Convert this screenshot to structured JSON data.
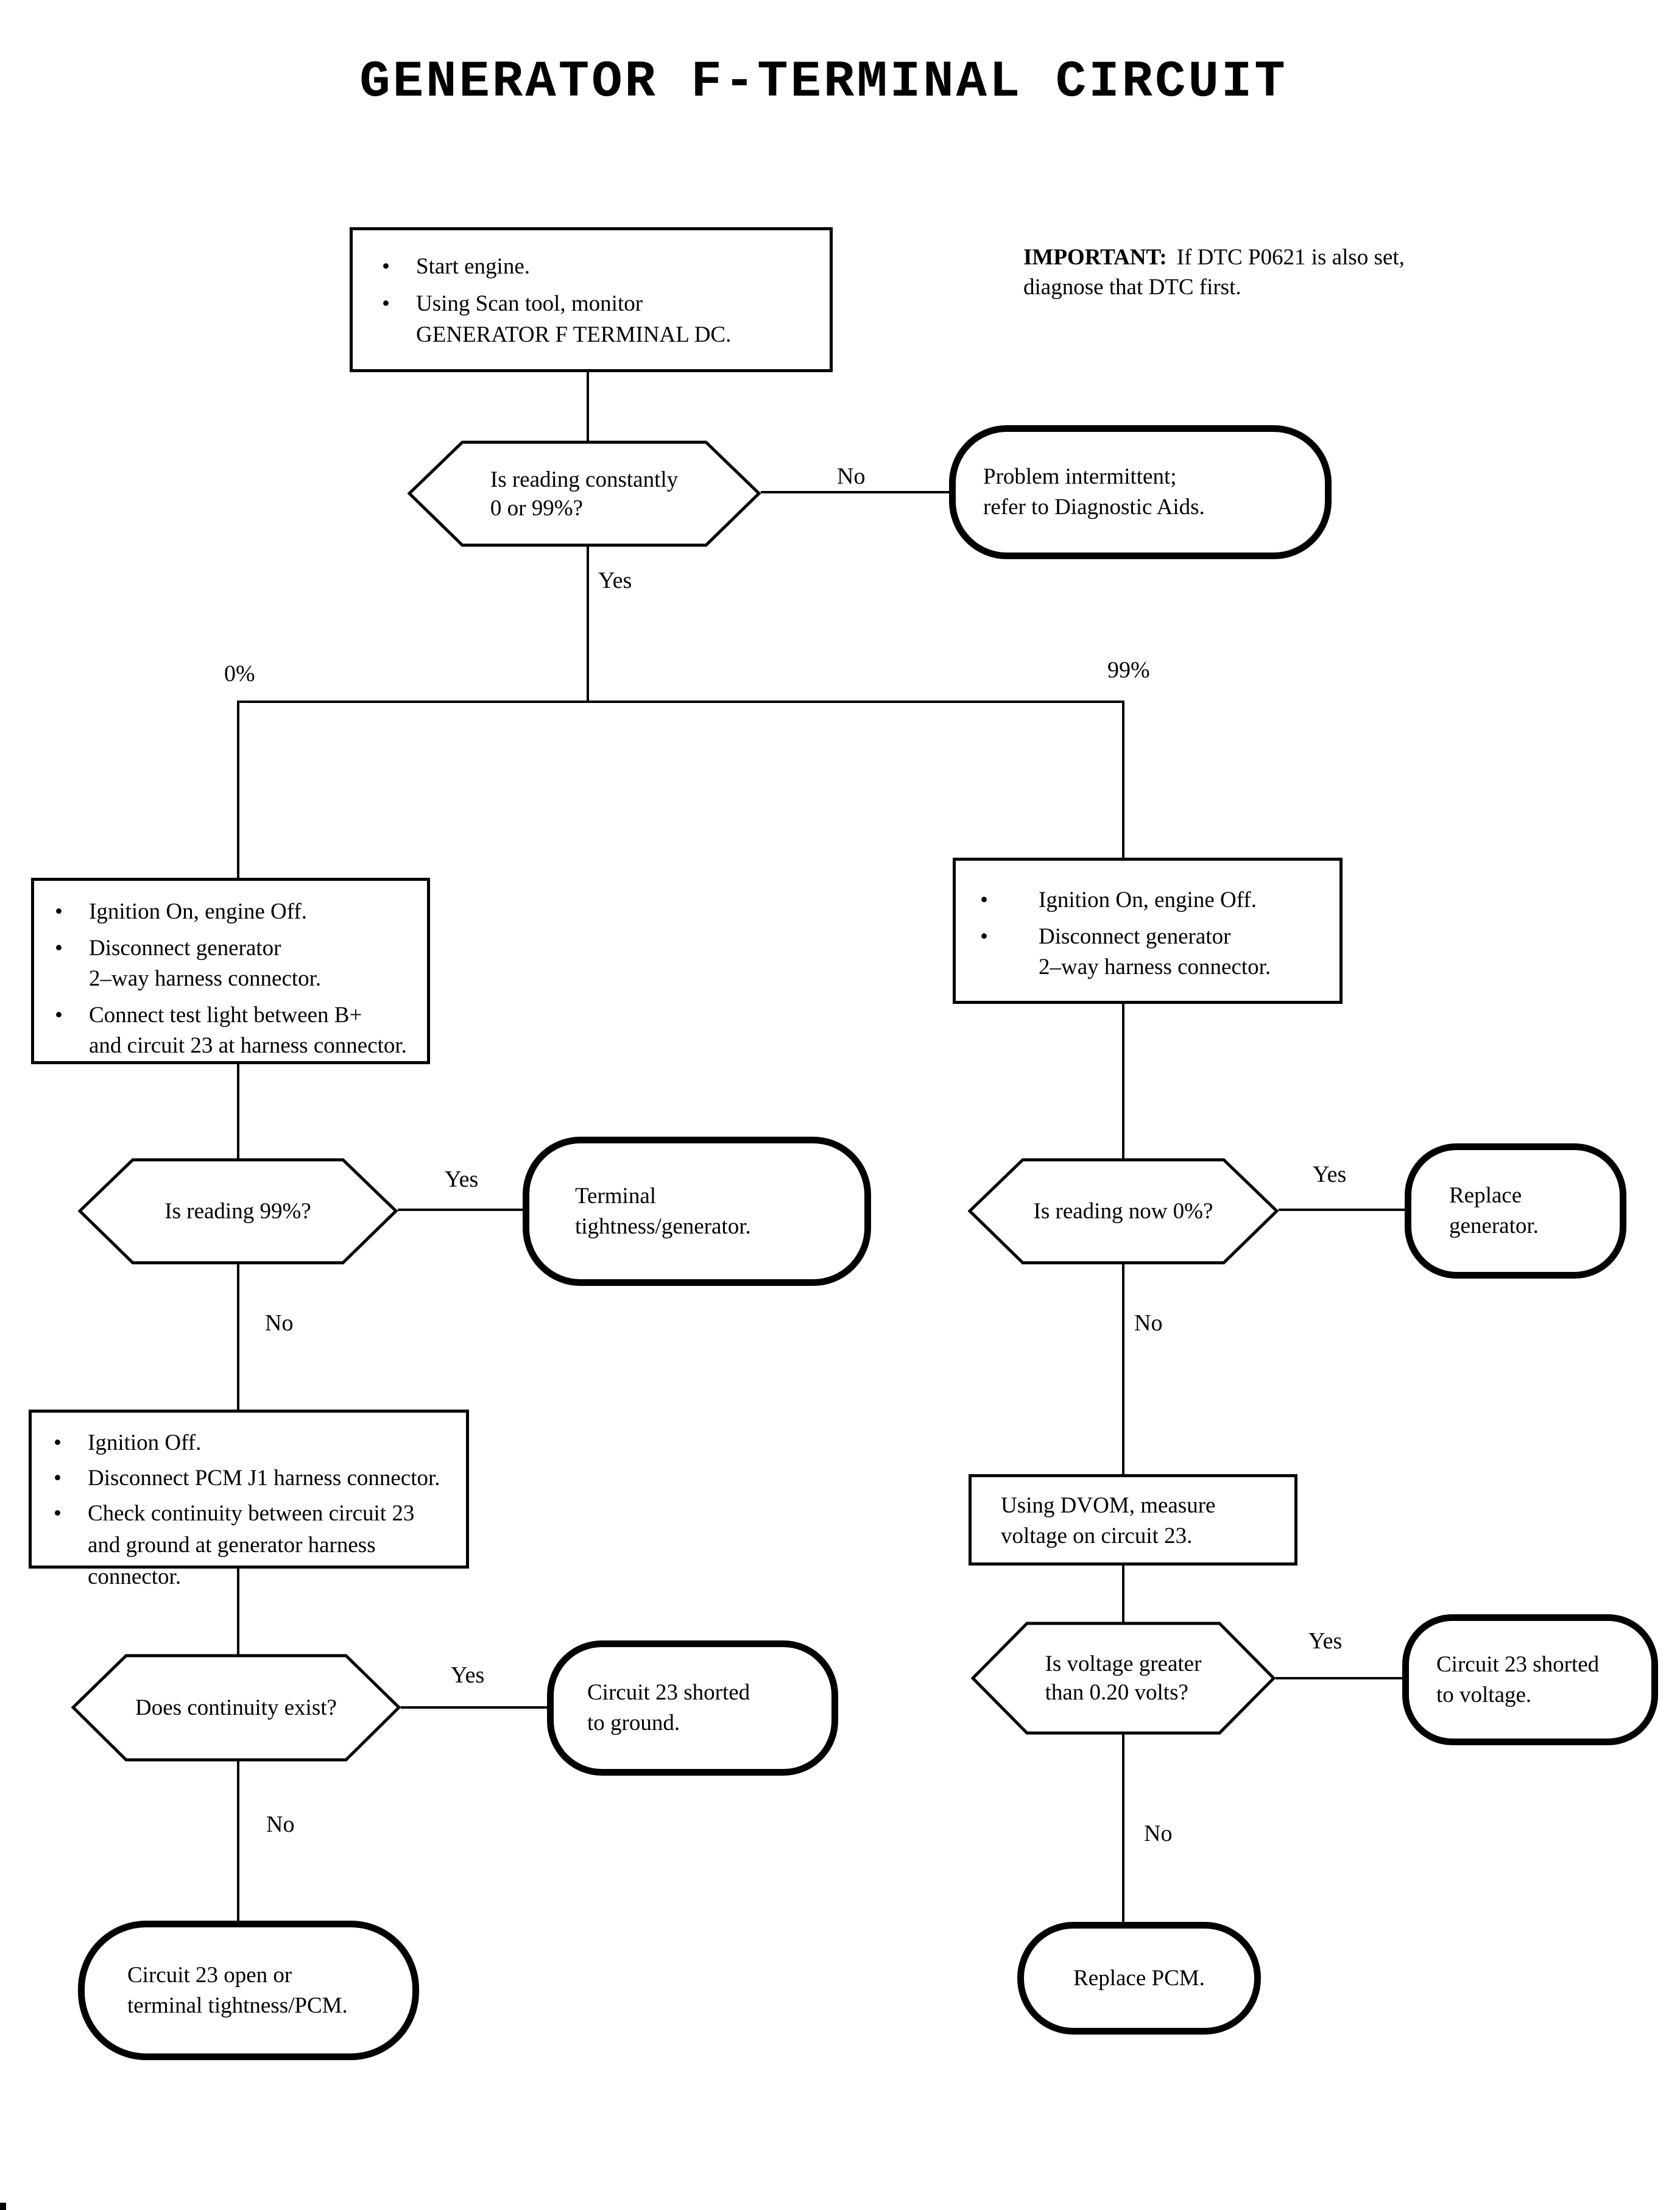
{
  "title": "GENERATOR F-TERMINAL CIRCUIT",
  "colors": {
    "ink": "#000000",
    "paper": "#ffffff"
  },
  "glyphs": {
    "bullet": "•"
  },
  "note": {
    "label": "IMPORTANT:",
    "line1": "If DTC P0621 is also set,",
    "line2": "diagnose that DTC first."
  },
  "boxes": {
    "start": {
      "bullets": [
        [
          "Start engine."
        ],
        [
          "Using Scan tool, monitor",
          "GENERATOR F TERMINAL DC."
        ]
      ]
    },
    "left1": {
      "bullets": [
        [
          "Ignition On, engine Off."
        ],
        [
          "Disconnect generator",
          "2–way harness connector."
        ],
        [
          "Connect test light between B+",
          "and circuit 23 at harness connector."
        ]
      ]
    },
    "left2": {
      "bullets": [
        [
          "Ignition Off."
        ],
        [
          "Disconnect PCM J1 harness connector."
        ],
        [
          "Check continuity between circuit 23",
          "and ground at generator harness connector."
        ]
      ]
    },
    "right1": {
      "bullets": [
        [
          "Ignition On, engine Off."
        ],
        [
          "Disconnect generator",
          "2–way harness connector."
        ]
      ]
    },
    "right2": {
      "lines": [
        "Using DVOM, measure",
        "voltage on circuit 23."
      ]
    }
  },
  "decisions": {
    "d1": {
      "lines": [
        "Is reading constantly",
        "0 or 99%?"
      ]
    },
    "d2": {
      "lines": [
        "Is reading 99%?"
      ]
    },
    "d3": {
      "lines": [
        "Does continuity exist?"
      ]
    },
    "d4": {
      "lines": [
        "Is reading now 0%?"
      ]
    },
    "d5": {
      "lines": [
        "Is voltage greater",
        "than 0.20 volts?"
      ]
    }
  },
  "terminals": {
    "t1": [
      "Problem intermittent;",
      "refer to Diagnostic Aids."
    ],
    "t2": [
      "Terminal",
      "tightness/generator."
    ],
    "t3": [
      "Circuit 23 shorted",
      "to ground."
    ],
    "t4": [
      "Circuit 23 open or",
      "terminal tightness/PCM."
    ],
    "t5": [
      "Replace",
      "generator."
    ],
    "t6": [
      "Circuit 23 shorted",
      "to voltage."
    ],
    "t7": [
      "Replace PCM."
    ]
  },
  "labels": {
    "yes": "Yes",
    "no": "No",
    "zero_percent": "0%",
    "ninetynine_percent": "99%"
  }
}
